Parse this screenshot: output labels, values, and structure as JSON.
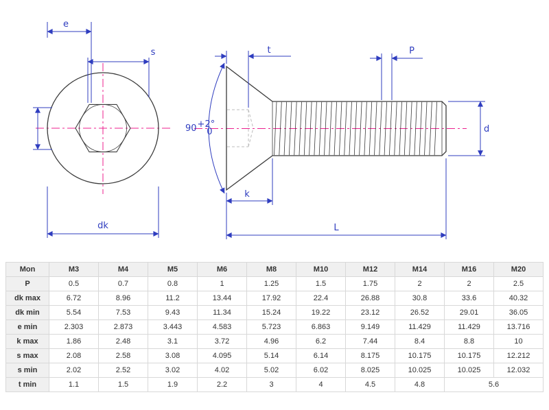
{
  "drawing": {
    "labels": {
      "e": "e",
      "s": "s",
      "dk": "dk",
      "t": "t",
      "P": "P",
      "d": "d",
      "k": "k",
      "L": "L",
      "angle": "90",
      "angle_tol_upper": "+2°",
      "angle_tol_lower": "0"
    },
    "colors": {
      "dimension": "#2f3dbf",
      "centerline": "#ec1f8e",
      "outline": "#3a3a3a",
      "hidden": "#bcbcbc"
    }
  },
  "table": {
    "columns": [
      "Mon",
      "M3",
      "M4",
      "M5",
      "M6",
      "M8",
      "M10",
      "M12",
      "M14",
      "M16",
      "M20"
    ],
    "rows": [
      {
        "label": "P",
        "values": [
          "0.5",
          "0.7",
          "0.8",
          "1",
          "1.25",
          "1.5",
          "1.75",
          "2",
          "2",
          "2.5"
        ]
      },
      {
        "label": "dk max",
        "values": [
          "6.72",
          "8.96",
          "11.2",
          "13.44",
          "17.92",
          "22.4",
          "26.88",
          "30.8",
          "33.6",
          "40.32"
        ]
      },
      {
        "label": "dk min",
        "values": [
          "5.54",
          "7.53",
          "9.43",
          "11.34",
          "15.24",
          "19.22",
          "23.12",
          "26.52",
          "29.01",
          "36.05"
        ]
      },
      {
        "label": "e min",
        "values": [
          "2.303",
          "2.873",
          "3.443",
          "4.583",
          "5.723",
          "6.863",
          "9.149",
          "11.429",
          "11.429",
          "13.716"
        ]
      },
      {
        "label": "k max",
        "values": [
          "1.86",
          "2.48",
          "3.1",
          "3.72",
          "4.96",
          "6.2",
          "7.44",
          "8.4",
          "8.8",
          "10"
        ]
      },
      {
        "label": "s max",
        "values": [
          "2.08",
          "2.58",
          "3.08",
          "4.095",
          "5.14",
          "6.14",
          "8.175",
          "10.175",
          "10.175",
          "12.212"
        ]
      },
      {
        "label": "s min",
        "values": [
          "2.02",
          "2.52",
          "3.02",
          "4.02",
          "5.02",
          "6.02",
          "8.025",
          "10.025",
          "10.025",
          "12.032"
        ]
      },
      {
        "label": "t min",
        "values": [
          "1.1",
          "1.5",
          "1.9",
          "2.2",
          "3",
          "4",
          "4.5",
          "4.8",
          "5.6"
        ]
      }
    ]
  }
}
